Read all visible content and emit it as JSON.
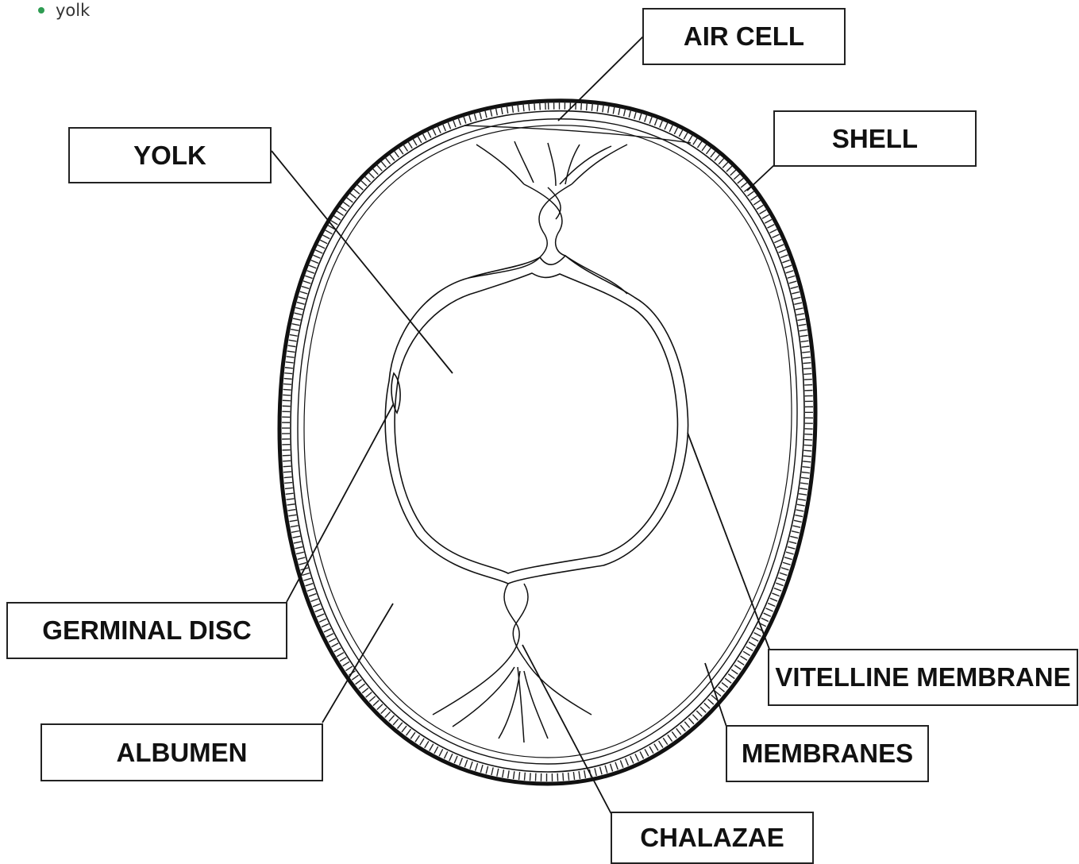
{
  "bullet": {
    "text": "yolk"
  },
  "labels": {
    "air_cell": "AIR CELL",
    "shell": "SHELL",
    "yolk": "YOLK",
    "germinal_disc": "GERMINAL DISC",
    "albumen": "ALBUMEN",
    "vitelline_membrane": "VITELLINE MEMBRANE",
    "membranes": "MEMBRANES",
    "chalazae": "CHALAZAE"
  },
  "colors": {
    "bullet": "#2e9c52",
    "ink": "#111111"
  }
}
